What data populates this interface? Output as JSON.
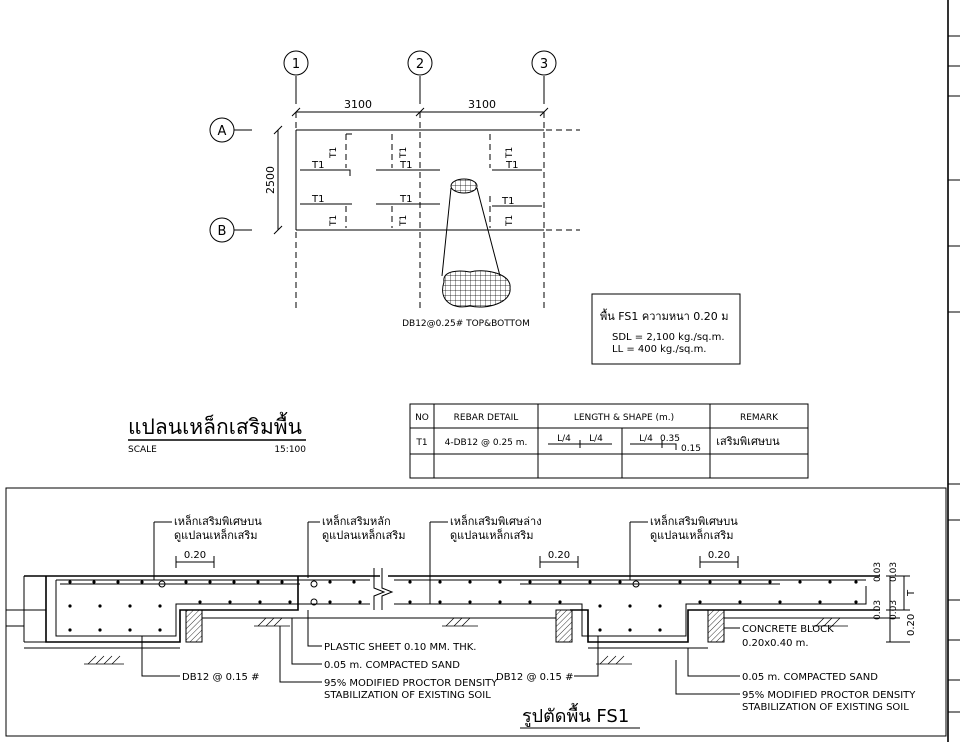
{
  "plan": {
    "grid_cols": [
      "1",
      "2",
      "3"
    ],
    "grid_rows": [
      "A",
      "B"
    ],
    "dim_span_1": "3100",
    "dim_span_2": "3100",
    "dim_height": "2500",
    "bar_mark": "T1",
    "mesh_note": "DB12@0.25# TOP&BOTTOM"
  },
  "slab_note": {
    "title": "พื้น FS1 ความหนา 0.20 ม",
    "sdl": "SDL = 2,100 kg./sq.m.",
    "ll": "LL = 400 kg./sq.m."
  },
  "plan_title": {
    "title": "แปลนเหล็กเสริมพื้น",
    "scale_label": "SCALE",
    "scale_value": "15:100"
  },
  "schedule": {
    "headers": [
      "NO",
      "REBAR DETAIL",
      "LENGTH & SHAPE (m.)",
      "REMARK"
    ],
    "row": {
      "no": "T1",
      "detail": "4-DB12 @ 0.25 m.",
      "shape1_a": "L/4",
      "shape1_b": "L/4",
      "shape2_a": "L/4",
      "shape2_b": "0.35",
      "shape2_c": "0.15",
      "remark": "เสริมพิเศษบน"
    }
  },
  "section": {
    "label_top_extra_1": "เหล็กเสริมพิเศษบน",
    "label_see_plan_1": "ดูแปลนเหล็กเสริม",
    "label_main_bar": "เหล็กเสริมหลัก",
    "label_see_plan_2": "ดูแปลนเหล็กเสริม",
    "label_bottom_extra": "เหล็กเสริมพิเศษล่าง",
    "label_see_plan_3": "ดูแปลนเหล็กเสริม",
    "label_top_extra_2": "เหล็กเสริมพิเศษบน",
    "label_see_plan_4": "ดูแปลนเหล็กเสริม",
    "dim_020_a": "0.20",
    "dim_020_b": "0.20",
    "dim_020_c": "0.20",
    "dim_003_a": "0.03",
    "dim_003_b": "0.03",
    "dim_003_c": "0.03",
    "dim_003_d": "0.03",
    "dim_t": "T",
    "dim_020_side": "0.20",
    "plastic_sheet": "PLASTIC SHEET 0.10 MM. THK.",
    "compacted_sand_1": "0.05 m. COMPACTED SAND",
    "proctor_1a": "95% MODIFIED PROCTOR DENSITY",
    "proctor_1b": "STABILIZATION OF EXISTING SOIL",
    "db12_left": "DB12 @ 0.15 #",
    "db12_mid": "DB12 @ 0.15 #",
    "concrete_block_1": "CONCRETE BLOCK",
    "concrete_block_2": "0.20x0.40 m.",
    "compacted_sand_2": "0.05 m. COMPACTED SAND",
    "proctor_2a": "95% MODIFIED PROCTOR DENSITY",
    "proctor_2b": "STABILIZATION OF EXISTING SOIL",
    "title": "รูปตัดพื้น FS1"
  }
}
